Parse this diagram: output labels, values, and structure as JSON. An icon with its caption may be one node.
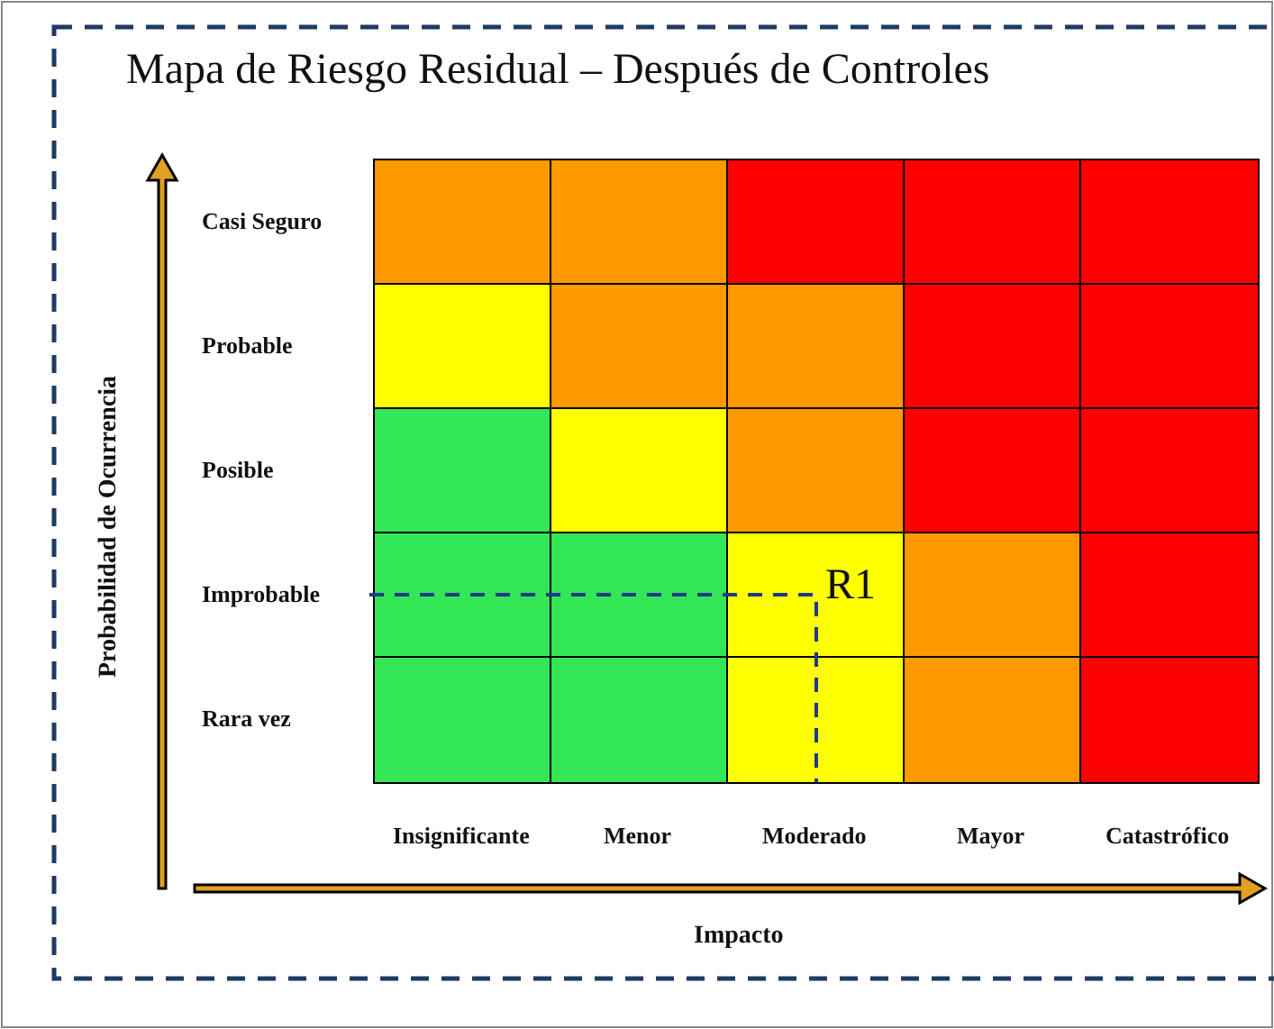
{
  "diagram": {
    "title": "Mapa de Riesgo Residual – Después de Controles",
    "labels": [
      "Probabilidad de Ocurrencia",
      "Casi Seguro",
      "Probable",
      "Posible",
      "Improbable",
      "Rara vez",
      "R1",
      "Insignificante",
      "Menor",
      "Moderado",
      "Mayor",
      "Catastrófico",
      "Impacto"
    ]
  }
}
